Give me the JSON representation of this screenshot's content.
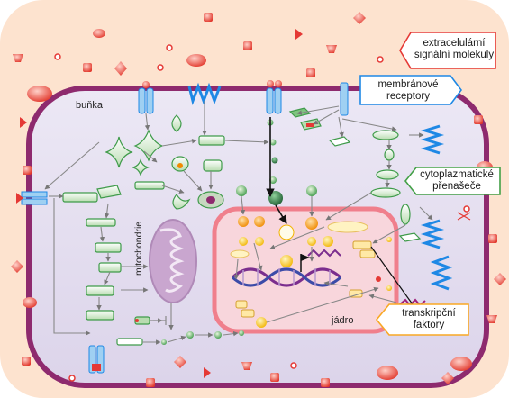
{
  "labels": {
    "cell": "buňka",
    "mitochondria": "mitochondrie",
    "nucleus": "jádro"
  },
  "callouts": {
    "extracellular": {
      "line1": "extracelulární",
      "line2": "signální molekuly",
      "border": "#e53935"
    },
    "receptors": {
      "line1": "membránové",
      "line2": "receptory",
      "border": "#1e88e5"
    },
    "carriers": {
      "line1": "cytoplazmatické",
      "line2": "přenašeče",
      "border": "#43a047"
    },
    "transcription": {
      "line1": "transkripční",
      "line2": "faktory",
      "border": "#f9a825"
    }
  },
  "colors": {
    "extracellular_bg": "#fde3cf",
    "membrane": "#8e2a6e",
    "cytoplasm": "#e4def0",
    "nucleus_fill": "#f8d6dc",
    "nucleus_border": "#f07f8c",
    "mitochondria": "#c9a6cf",
    "signal_red": "#e53935",
    "receptor_blue": "#1e88e5",
    "carrier_green": "#43a047",
    "tf_yellow": "#f9c41a",
    "dna": "#7b2e8e"
  }
}
